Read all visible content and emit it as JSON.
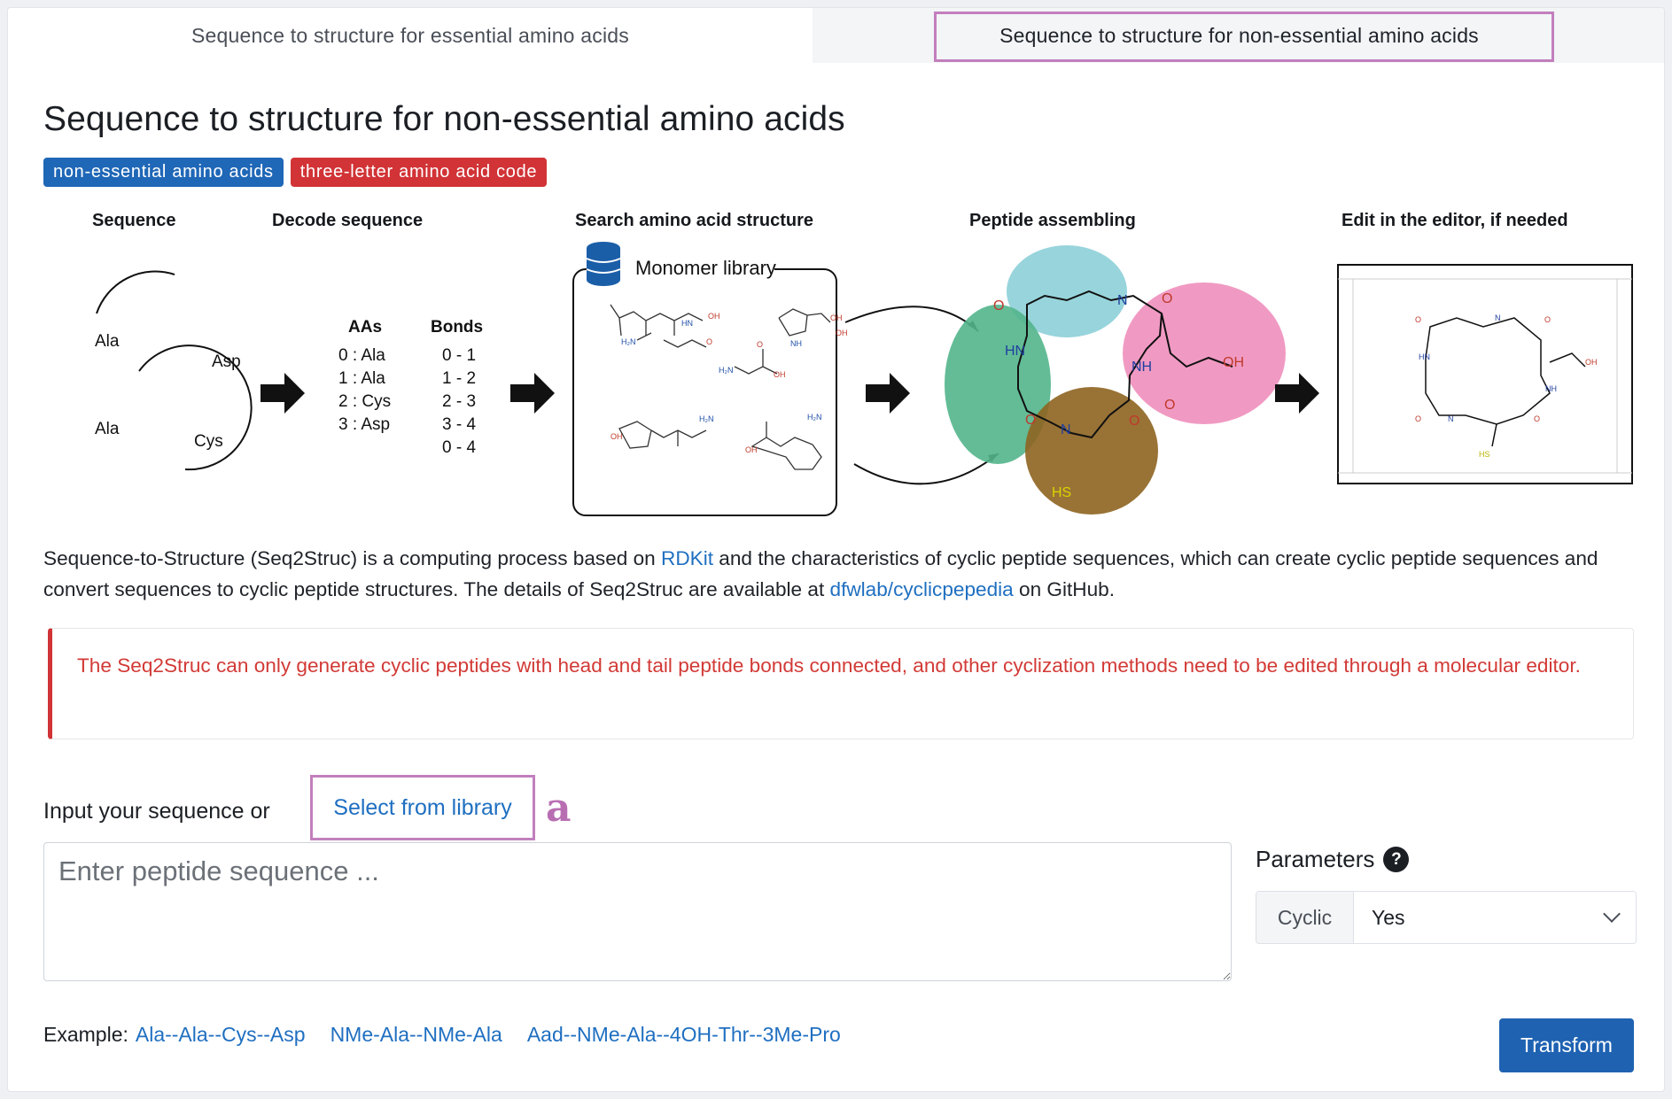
{
  "tabs": [
    {
      "label": "Sequence to structure for essential amino acids"
    },
    {
      "label": "Sequence to structure for non-essential amino acids"
    }
  ],
  "page_title": "Sequence to structure for non-essential amino acids",
  "badges": [
    {
      "label": "non-essential amino acids",
      "color": "#1f67b7"
    },
    {
      "label": "three-letter amino acid code",
      "color": "#d13336"
    }
  ],
  "figure": {
    "steps": [
      "Sequence",
      "Decode sequence",
      "Search amino acid structure",
      "Peptide assembling",
      "Edit in the editor, if needed"
    ],
    "ring_residues": [
      "Ala",
      "Asp",
      "Cys",
      "Ala"
    ],
    "aas_header": "AAs",
    "bonds_header": "Bonds",
    "aas": [
      "0 : Ala",
      "1 : Ala",
      "2 : Cys",
      "3 : Asp"
    ],
    "bonds": [
      "0 - 1",
      "1 - 2",
      "2 - 3",
      "3 - 4",
      "0 - 4"
    ],
    "library_label": "Monomer library",
    "atoms": {
      "o": "O",
      "oh": "OH",
      "nh": "NH",
      "hn": "HN",
      "n": "N",
      "hs": "HS",
      "h2n": "H₂N"
    }
  },
  "description": {
    "part1": "Sequence-to-Structure (Seq2Struc) is a computing process based on ",
    "link1": "RDKit",
    "part2": " and the characteristics of cyclic peptide sequences, which can create cyclic peptide sequences and convert sequences to cyclic peptide structures. The details of Seq2Struc are available at ",
    "link2": "dfwlab/cyclicpepedia",
    "part3": " on GitHub."
  },
  "alert": "The Seq2Struc can only generate cyclic peptides with head and tail peptide bonds connected, and other cyclization methods need to be edited through a molecular editor.",
  "input": {
    "label": "Input your sequence or",
    "library_link": "Select from library",
    "annotation": "a",
    "placeholder": "Enter peptide sequence ...",
    "value": ""
  },
  "parameters": {
    "title": "Parameters",
    "help": "?",
    "cyclic_label": "Cyclic",
    "cyclic_value": "Yes"
  },
  "examples": {
    "label": "Example:",
    "items": [
      "Ala--Ala--Cys--Asp",
      "NMe-Ala--NMe-Ala",
      "Aad--NMe-Ala--4OH-Thr--3Me-Pro"
    ]
  },
  "transform_label": "Transform",
  "colors": {
    "accent": "#1f62b2",
    "danger": "#d13336",
    "annotation": "#c27fbd"
  }
}
